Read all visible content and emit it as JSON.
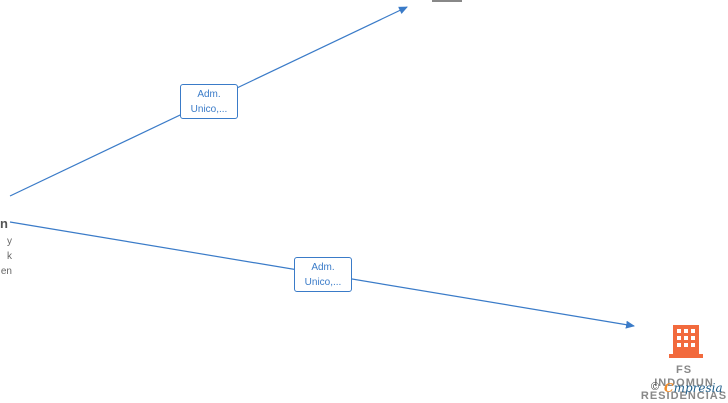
{
  "edges": [
    {
      "label": "Adm.\nUnico,..."
    },
    {
      "label": "Adm.\nUnico,..."
    }
  ],
  "person": {
    "name_fragment": "n",
    "lines": [
      "y",
      "k",
      "en"
    ]
  },
  "company": {
    "lines": [
      "FS",
      "INDOMUN",
      "RESIDENCIAS"
    ]
  },
  "colors": {
    "edge": "#3a7bc8",
    "company_icon": "#f26a3d",
    "top_node": "#888888"
  },
  "watermark": {
    "copyright": "©",
    "brand_initial": "C",
    "brand_rest": "mpresia"
  }
}
